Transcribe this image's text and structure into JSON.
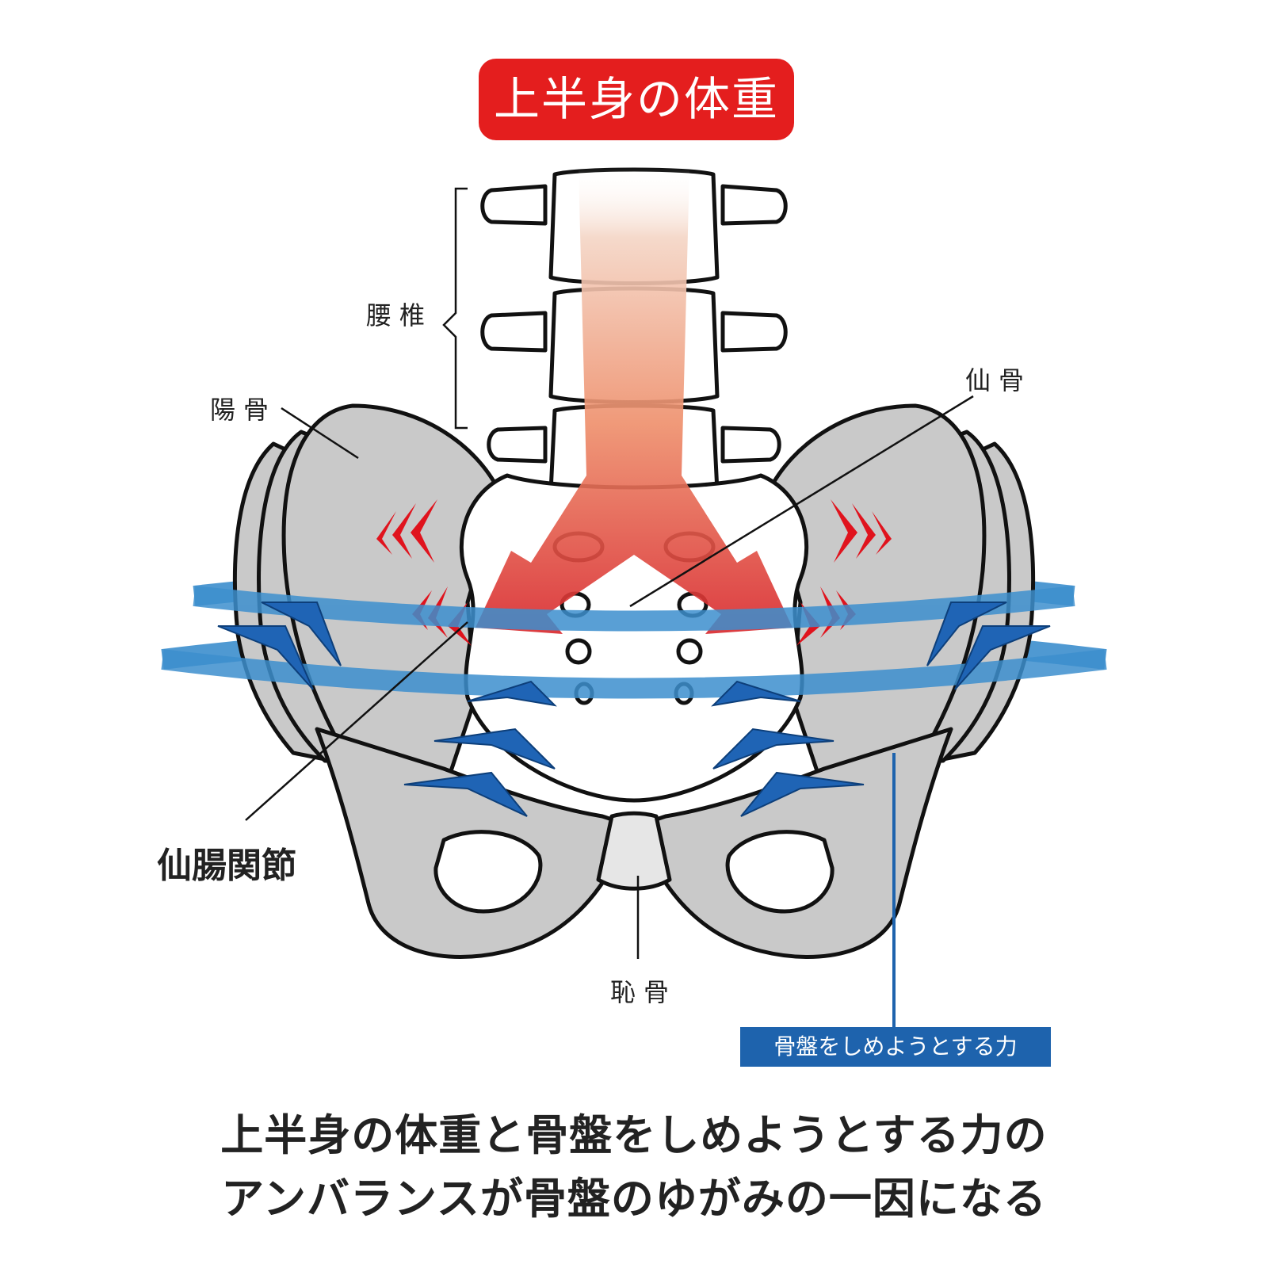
{
  "title": "上半身の体重",
  "labels": {
    "lumbar": "腰椎",
    "ilium": "陽骨",
    "sacrum": "仙骨",
    "si_joint": "仙腸関節",
    "pubis": "恥骨",
    "pelvic_force": "骨盤をしめようとする力"
  },
  "caption": {
    "line1": "上半身の体重と骨盤をしめようとする力の",
    "line2": "アンバランスが骨盤のゆがみの一因になる"
  },
  "colors": {
    "title_bg": "#e41e1e",
    "weight_arrow": "#d8262b",
    "force_ring": "#3d8fce",
    "force_wedge": "#1f64b5",
    "bone": "#c9c9c9",
    "sacrum": "#ffffff"
  }
}
